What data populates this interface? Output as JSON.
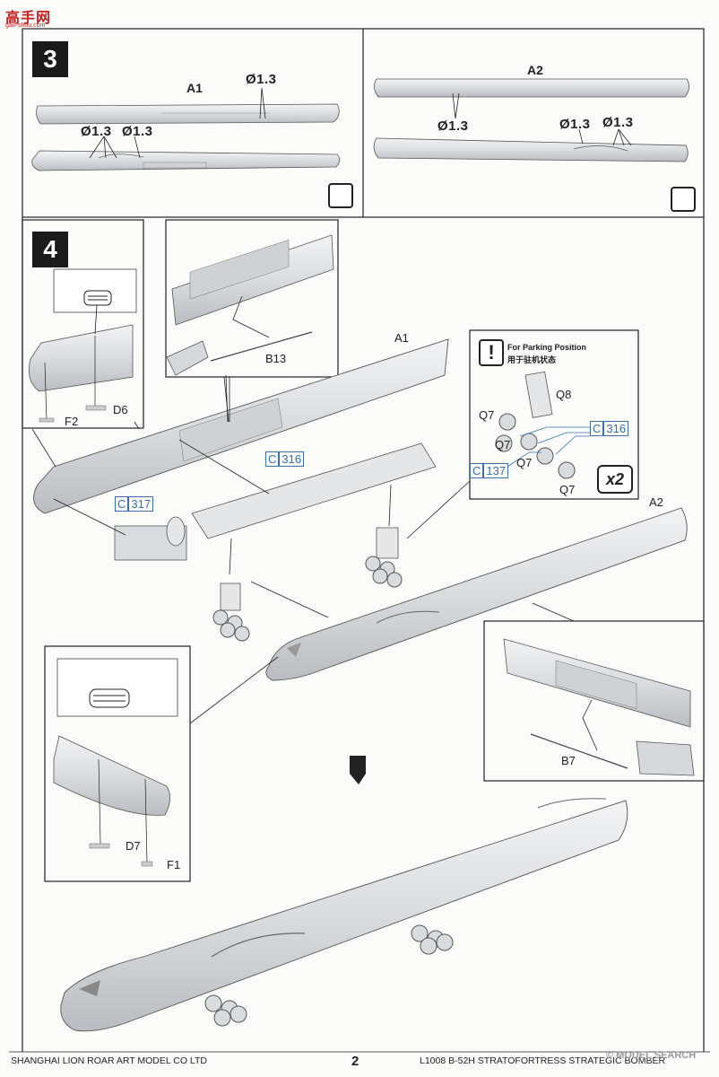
{
  "logo": {
    "chinese": "高手网",
    "url": "gao-shou.com"
  },
  "step3": {
    "number": "3",
    "left_part": "A1",
    "right_part": "A2",
    "drill": "Ø1.3"
  },
  "step4": {
    "number": "4",
    "parts": {
      "A1": "A1",
      "A2": "A2",
      "B13": "B13",
      "B7": "B7",
      "D6": "D6",
      "D7": "D7",
      "F1": "F1",
      "F2": "F2",
      "Q7": "Q7",
      "Q8": "Q8"
    },
    "refs": {
      "c316": [
        "C",
        "316"
      ],
      "c317": [
        "C",
        "317"
      ],
      "c137": [
        "C",
        "137"
      ]
    },
    "notice": {
      "mark": "!",
      "title_en": "For Parking Position",
      "title_cn": "用于驻机状态",
      "multiplier": "x2"
    }
  },
  "footer": {
    "company": "SHANGHAI LION ROAR ART MODEL CO LTD",
    "page": "2",
    "kit": "L1008   B-52H   STRATOFORTRESS STRATEGIC BOMBER",
    "watermark": "© MODEL SEARCH"
  },
  "colors": {
    "part": "#dde0e3",
    "line": "#222222",
    "ref": "#3a6fb0",
    "logo": "#c8201e"
  }
}
